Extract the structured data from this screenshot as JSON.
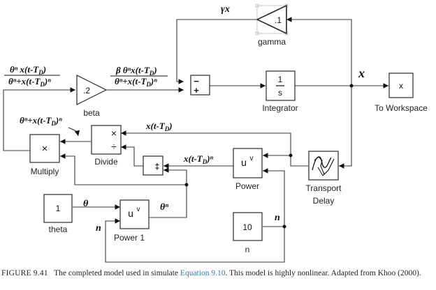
{
  "blocks": {
    "gamma": {
      "label": "gamma",
      "value": ".1"
    },
    "beta": {
      "label": "beta",
      "value": ".2"
    },
    "sum": {
      "minus": "−",
      "plus": "+"
    },
    "integrator": {
      "label": "Integrator",
      "num": "1",
      "den": "s"
    },
    "to_workspace": {
      "label": "To Workspace",
      "value": "x"
    },
    "multiply": {
      "label": "Multiply",
      "symbol": "×"
    },
    "divide": {
      "label": "Divide",
      "times": "×",
      "div": "÷"
    },
    "add": {
      "symbol": "‡"
    },
    "power": {
      "label": "Power",
      "u": "u",
      "v": "v"
    },
    "power1": {
      "label": "Power 1",
      "u": "u",
      "v": "v"
    },
    "transport_delay": {
      "label_line1": "Transport",
      "label_line2": "Delay"
    },
    "theta": {
      "label": "theta",
      "value": "1"
    },
    "n": {
      "label": "n",
      "value": "10"
    }
  },
  "signals": {
    "gamma_x": "γx",
    "x": "x",
    "beta_num": "β θⁿx(t-T",
    "beta_num_sub": "D",
    "beta_num_end": ")",
    "beta_den": "θⁿ+x(t-T",
    "beta_den_sub": "D",
    "beta_den_end": ")ⁿ",
    "mul_num": "θⁿ x(t-T",
    "mul_num_sub": "D",
    "mul_num_end": ")",
    "mul_den": "θⁿ+x(t-T",
    "mul_den_sub": "D",
    "mul_den_end": ")ⁿ",
    "div_out": "θⁿ+x(t-T",
    "div_out_sub": "D",
    "div_out_end": ")ⁿ",
    "delayed": "x(t-T",
    "delayed_sub": "D",
    "delayed_end": ")",
    "delayed_pow": "x(t-T",
    "delayed_pow_sub": "D",
    "delayed_pow_end": ")ⁿ",
    "theta": "θ",
    "theta_n": "θⁿ",
    "n_left": "n",
    "n_right": "n"
  },
  "caption": {
    "figure": "FIGURE 9.41",
    "text_before": "The completed model used in simulate ",
    "link": "Equation 9.10",
    "text_after": ". This model is highly nonlinear. Adapted from Khoo (2000)."
  }
}
